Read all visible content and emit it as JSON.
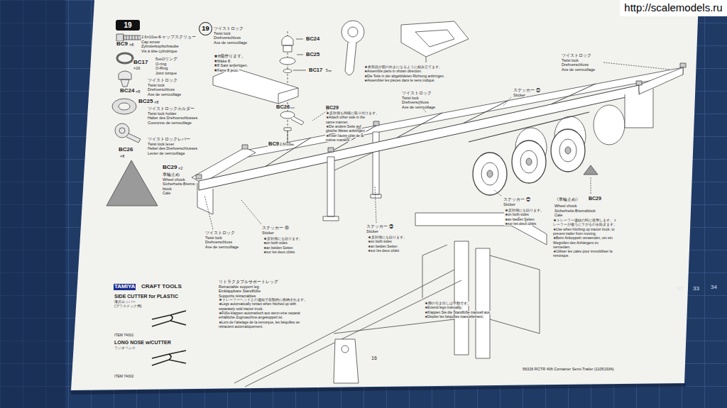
{
  "diagram": {
    "nodes": [
      {
        "text": [
          "http://scalemodels.ru"
        ]
      },
      {
        "text": [
          "19"
        ]
      },
      {
        "text": [
          "19"
        ]
      }
    ],
    "labels": [
      "2.6×10㎜キャップスクリュー",
      "Cap screw",
      "Zylinderkopfschraube",
      "Vis à tête cylindrique",
      "BC9",
      "×8",
      "5㎜Oリング",
      "O-ring",
      "O-Ring",
      "Joint torique",
      "BC17",
      "×16",
      "ツイストロック",
      "Twist lock",
      "Drehverschluss",
      "Axe de verrouillage",
      "BC24",
      "×8",
      "BC25",
      "×8",
      "ツイストロックホルダー",
      "Twist lock holder",
      "Halter des Drehverschlusses",
      "Couronne de verrouillage",
      "ツイストロックレバー",
      "Twist lock lever",
      "Hebel des Drehverschlusses",
      "Levier de verrouillage",
      "BC26",
      "×8",
      "BC29",
      "×2",
      "車輪止め",
      "Wheel chock",
      "Sicherheits-Brems-",
      "block",
      "Cale",
      "TAMIYA",
      "CRAFT TOOLS",
      "SIDE CUTTER for PLASTIC",
      "薄刃ニッパー",
      "(プラスチック用)",
      "ITEM 74001",
      "LONG NOSE w/CUTTER",
      "ラジオペンチ",
      "ITEM 74002",
      "ツイストロック",
      "Twist lock",
      "Drehverschluss",
      "Axe de verrouillage",
      "★8個作ります。",
      "★Make 8.",
      "★8 Satz anfertigen.",
      "★Faire 8 jeux.",
      "BC24",
      "BC25",
      "BC17",
      "5㎜",
      "BC26",
      "BC9",
      "2.6×10㎜",
      "★各部品が図の向きになるように組み立てます。",
      "★Assemble parts in shown direction.",
      "★Die Teile in der abgebildeten Richtung anbringen.",
      "★Assembler les pièces dans le sens indiqué.",
      "ツイストロック",
      "Twist lock",
      "Drehverschluss",
      "Axe de verrouillage",
      "BC29",
      "★反対側も同様に取り付けます。",
      "★Attach other side in the",
      "same manner.",
      "★Die andere Seite auf",
      "gleiche Weise anbringen.",
      "★Fixer l'autre côté de la",
      "même manière.",
      "ステッカー ㉑",
      "Sticker",
      "ツイストロック",
      "Twist lock",
      "Drehverschluss",
      "Axe de verrouillage",
      "ツイストロック",
      "Twist lock",
      "Drehverschluss",
      "Axe de verrouillage",
      "ステッカー ⑮",
      "Sticker",
      "★反対側にも貼ります。",
      "★on both sides",
      "★an beiden Seiten",
      "★sur les deux côtés",
      "ステッカー ㉓",
      "Sticker",
      "★反対側にも貼ります。",
      "★on both sides",
      "★an beiden Seiten",
      "★sur les deux côtés",
      "ステッカー ㉒",
      "Sticker",
      "★反対側にも貼ります。",
      "★on both sides",
      "★an beiden Seiten",
      "★sur les deux côtés",
      "《車輪止め》",
      "BC29",
      "Wheel chock",
      "Sicherheits-Bremsblock",
      "Cale",
      "★トレーラー連結の時に使用します。ト",
      "レーラーが後ろに下がるのを防ぎます。",
      "★Use when hitching up tractor truck, to",
      "prevent trailer from moving.",
      "★Beim Ankoppeln verwenden, um ein",
      "Wegrollen des Anhängers zu",
      "vermeiden.",
      "★Utiliser les cales pour immobiliser la",
      "remorque.",
      "リトラクタブルサポートレッグ",
      "Retractable support leg",
      "Einklappbare Standfüße",
      "Supports rétractables",
      "★トレーラーヘッドとの連結で自動的に格納されます。",
      "★Legs automatically retract when hitched up with",
      "separately sold tractor truck.",
      "★Füße klappen automatisch aus wenn eine separat",
      "erhältliche Zugmaschine angekoppelt ist.",
      "★Lors de l'attelage de la remorque, les béquilles se",
      "rétractent automatiquement.",
      "★脚の引き出しは手動です。",
      "★Extend legs manually.",
      "★Klappen Sie die Standfüße manuell aus.",
      "★Déplier les béquilles manuellement.",
      "16",
      "56326 RCTR 40ft Container Semi-Trailer (11051934)",
      "32",
      "33",
      "34"
    ]
  }
}
